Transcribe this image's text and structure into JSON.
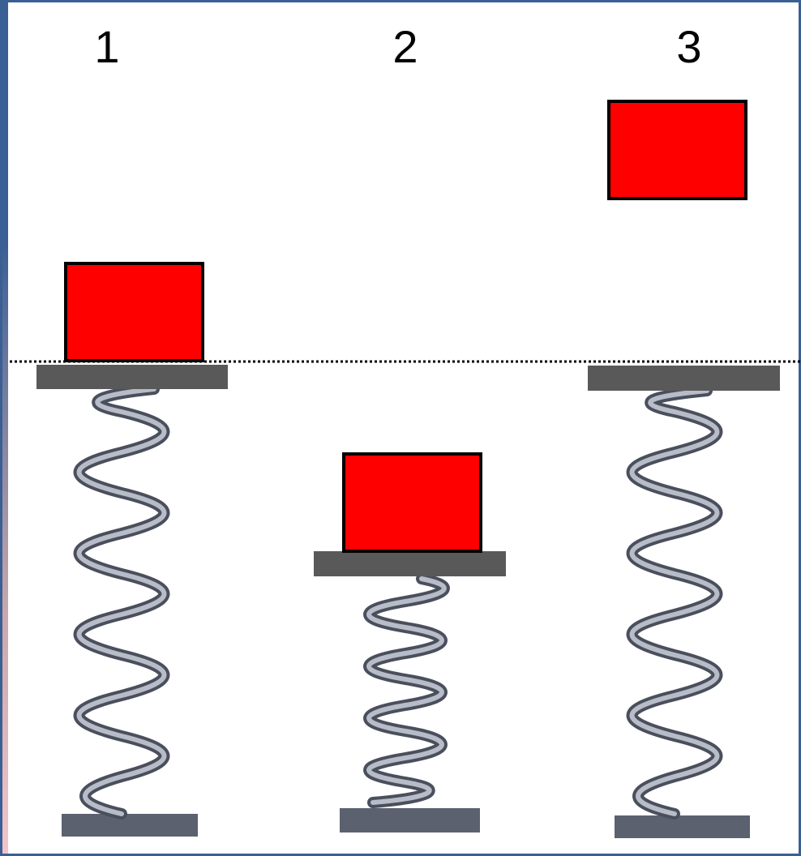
{
  "panels": [
    {
      "label": "1"
    },
    {
      "label": "2"
    },
    {
      "label": "3"
    }
  ],
  "colors": {
    "block": "#ff0000",
    "block_outline": "#000000",
    "plate": "#595959",
    "base_plate": "#5c6170",
    "spring_dark": "#4a4f5c",
    "spring_light": "#b8bcc8",
    "frame": "#3a5f94",
    "reference_line": "#000000"
  },
  "icons": {
    "block": "red-rectangle",
    "spring": "coil-spring"
  }
}
